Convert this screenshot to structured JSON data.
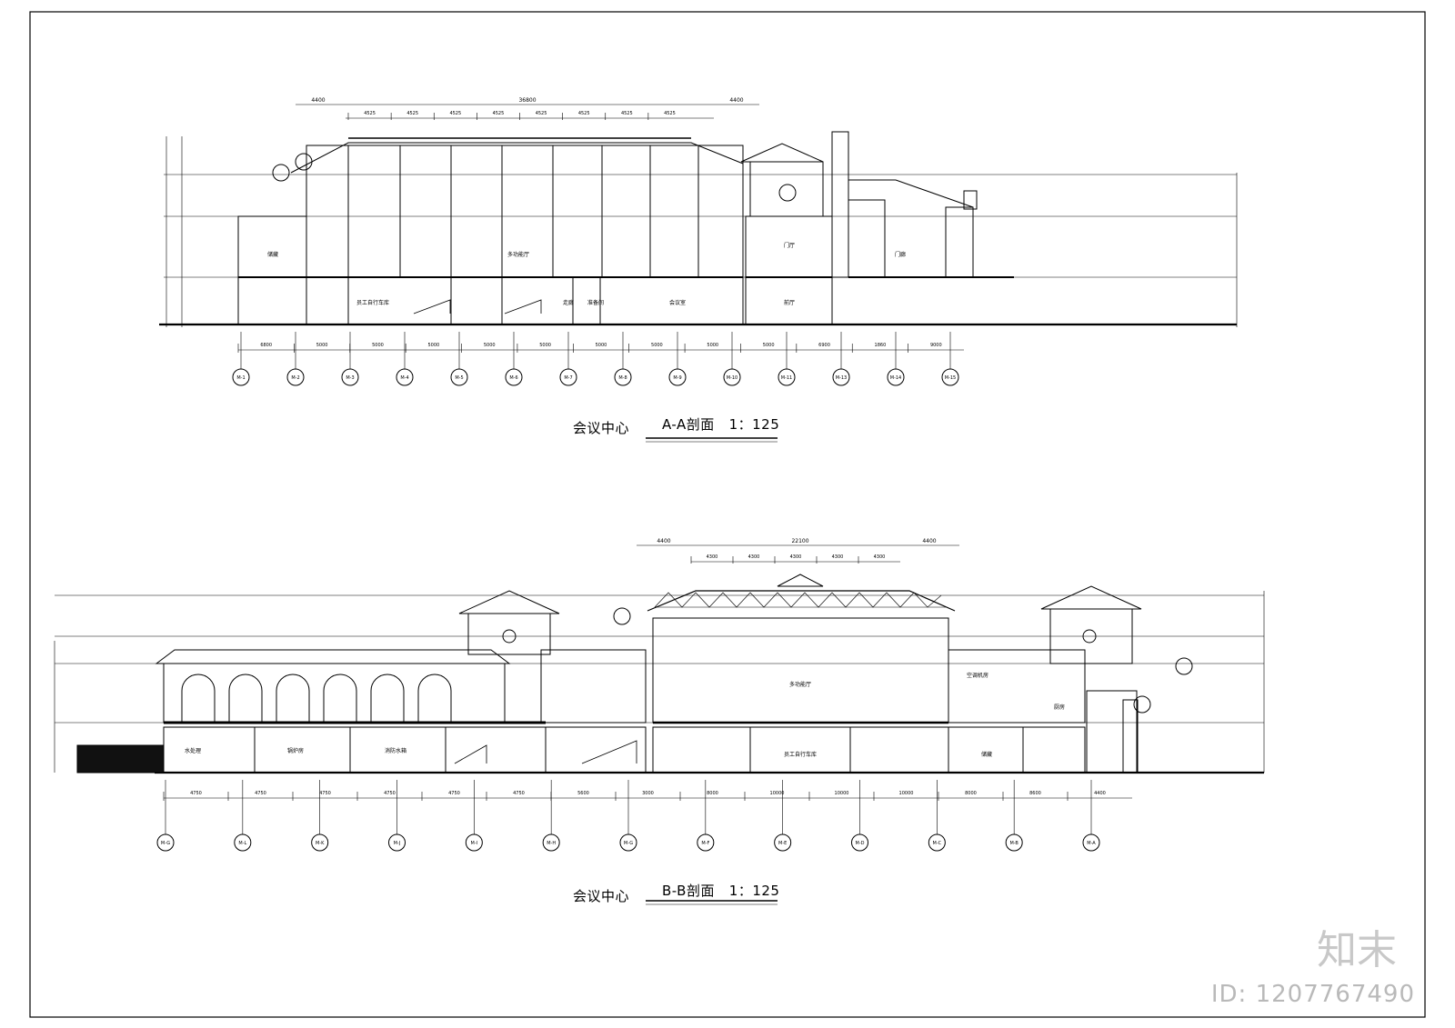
{
  "sections": [
    {
      "id": "A",
      "building": "会议中心",
      "section_label": "A-A剖面",
      "scale": "1：125",
      "overall_dim": "36800",
      "side_dims": [
        "4400",
        "4400"
      ],
      "bay_dims": [
        "4525",
        "4525",
        "4525",
        "4525",
        "4525",
        "4525",
        "4525",
        "4525"
      ],
      "grid_dims": [
        "6800",
        "5000",
        "5000",
        "5000",
        "5000",
        "5000",
        "5000",
        "5000",
        "5000",
        "5000",
        "6900",
        "1860",
        "9000"
      ],
      "axes": [
        "M-1",
        "M-2",
        "M-3",
        "M-4",
        "M-5",
        "M-6",
        "M-7",
        "M-8",
        "M-9",
        "M-10",
        "M-11",
        "M-13",
        "M-14",
        "M-15"
      ],
      "rooms": [
        "储藏",
        "多功能厅",
        "门厅",
        "门廊",
        "员工自行车库",
        "会议室",
        "前厅",
        "准备间",
        "走廊"
      ]
    },
    {
      "id": "B",
      "building": "会议中心",
      "section_label": "B-B剖面",
      "scale": "1：125",
      "overall_dim": "22100",
      "side_dims": [
        "4400",
        "4400"
      ],
      "bay_dims": [
        "4300",
        "4300",
        "4300",
        "4300",
        "4300"
      ],
      "grid_dims": [
        "4750",
        "4750",
        "4750",
        "4750",
        "4750",
        "4750",
        "5600",
        "3000",
        "8000",
        "10000",
        "10000",
        "10000",
        "8000",
        "8600",
        "4400"
      ],
      "axes": [
        "M-G",
        "M-L",
        "M-K",
        "M-J",
        "M-I",
        "M-H",
        "M-G",
        "M-F",
        "M-E",
        "M-D",
        "M-C",
        "M-B",
        "M-A"
      ],
      "rooms": [
        "水处理",
        "锅炉房",
        "消防水箱",
        "多功能厅",
        "员工自行车库",
        "储藏",
        "厨房",
        "空调机房"
      ]
    }
  ],
  "watermark": {
    "brand": "知末",
    "id_text": "ID: 1207767490"
  }
}
